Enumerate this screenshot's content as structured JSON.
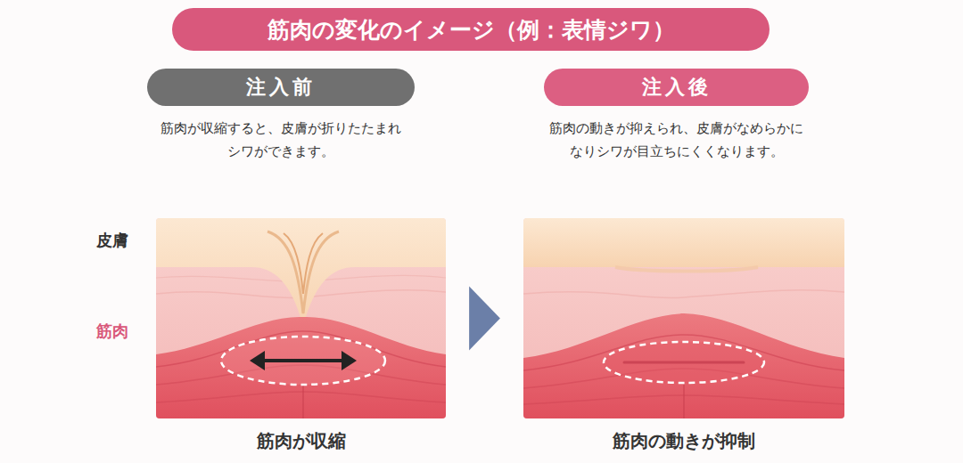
{
  "diagram": {
    "title": "筋肉の変化のイメージ（例：表情ジワ）",
    "nodes": [
      {
        "text": [
          "注入前",
          "筋肉が収縮すると、皮膚が折りたたまれ シワができます。"
        ]
      },
      {
        "text": [
          "注入後",
          "筋肉の動きが抑えられ、皮膚がなめらかに なりシワが目立ちにくくなります。"
        ]
      },
      {
        "text": [
          "筋肉が収縮"
        ]
      },
      {
        "text": [
          "筋肉の動きが抑制"
        ]
      }
    ],
    "edges": [
      {
        "from": 2,
        "to": 3,
        "arrow": "to"
      }
    ],
    "labels": [
      "皮膚",
      "筋肉"
    ]
  }
}
